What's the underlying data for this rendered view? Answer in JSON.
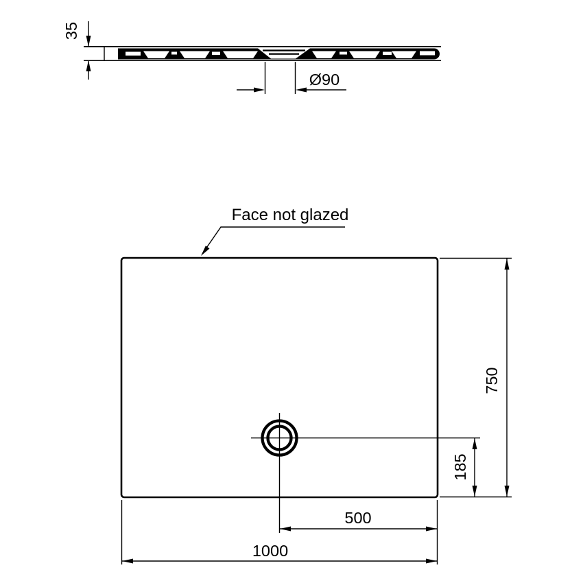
{
  "side_view": {
    "thickness": "35",
    "drain_diameter": "Ø90"
  },
  "plan_view": {
    "annotation": "Face not glazed",
    "width": "1000",
    "height": "750",
    "drain_center_to_right": "500",
    "drain_center_to_bottom": "185"
  },
  "colors": {
    "line": "#000000",
    "background": "#ffffff"
  }
}
